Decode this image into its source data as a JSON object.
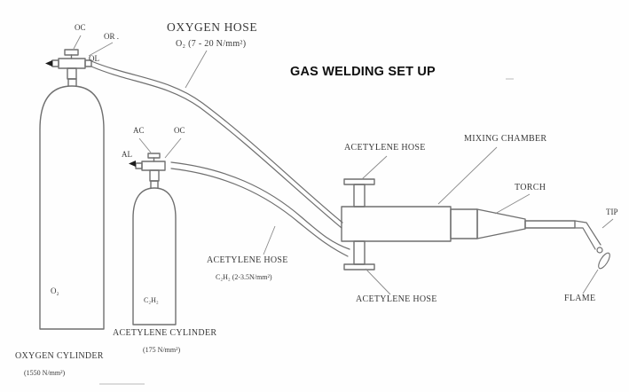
{
  "title": "GAS WELDING SET UP",
  "labels": {
    "oc_top": "OC",
    "or": "OR .",
    "ol": "OL",
    "oxygen_hose": "OXYGEN HOSE",
    "oxygen_hose_pressure": "O₂ (7 - 20 N/mm²)",
    "ac": "AC",
    "oc_right": "OC",
    "al": "AL",
    "acetylene_hose_top": "ACETYLENE HOSE",
    "mixing_chamber": "MIXING CHAMBER",
    "torch": "TORCH",
    "tip": "TIP",
    "flame": "FLAME",
    "acetylene_hose_bottom": "ACETYLENE HOSE",
    "acetylene_hose_left": "ACETYLENE HOSE",
    "acetylene_hose_pressure": "C₂H₂ (2-3.5N/mm²)",
    "o2": "O₂",
    "c2h2": "C₂H₂",
    "oxygen_cylinder": "OXYGEN CYLINDER",
    "oxygen_cylinder_pressure": "(1550 N/mm²)",
    "acetylene_cylinder": "ACETYLENE CYLINDER",
    "acetylene_cylinder_pressure": "(175 N/mm²)"
  },
  "colors": {
    "line": "#6f6f6f",
    "leader": "#8a8a8a",
    "text": "#383838",
    "title": "#0f0f0f"
  }
}
